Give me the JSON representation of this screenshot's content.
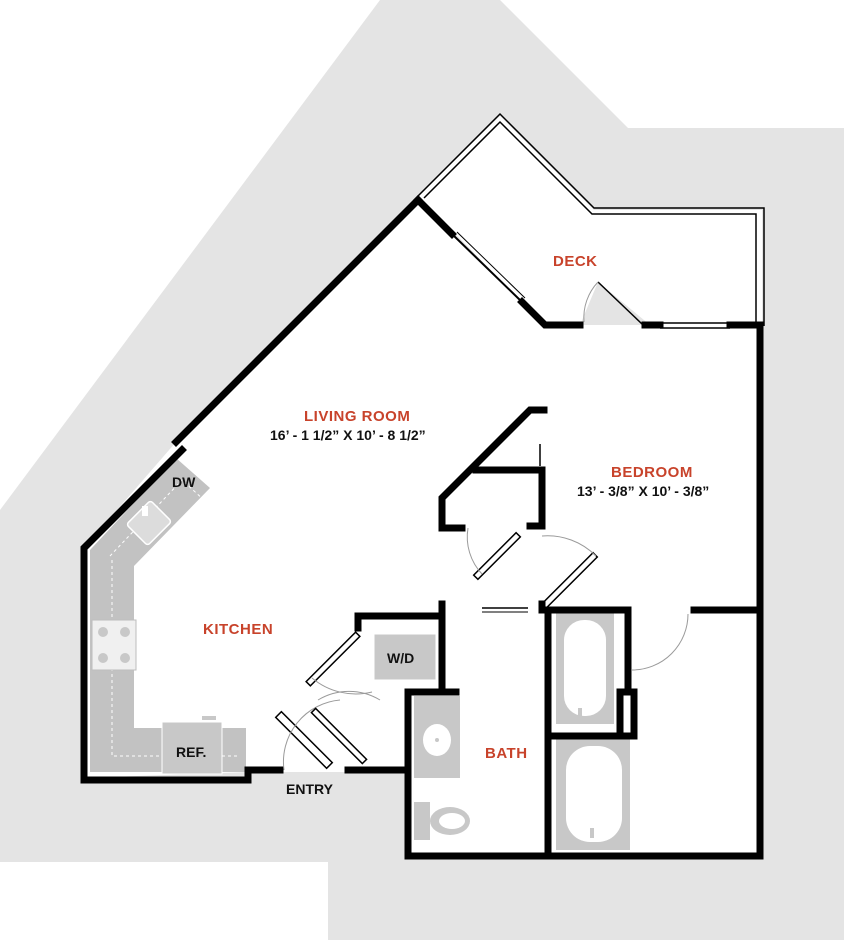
{
  "colors": {
    "background": "#ffffff",
    "site_shape": "#e4e4e4",
    "wall": "#000000",
    "fixture_fill": "#c8c8c8",
    "room_label": "#c8432b",
    "text": "#111111"
  },
  "rooms": {
    "deck": {
      "name": "DECK"
    },
    "living": {
      "name": "LIVING ROOM",
      "dimensions": "16’ - 1 1/2” X 10’ - 8 1/2”"
    },
    "bedroom": {
      "name": "BEDROOM",
      "dimensions": "13’ - 3/8” X 10’ - 3/8”"
    },
    "kitchen": {
      "name": "KITCHEN"
    },
    "bath": {
      "name": "BATH"
    }
  },
  "fixtures": {
    "dishwasher": "DW",
    "washer_dryer": "W/D",
    "refrigerator": "REF.",
    "entry": "ENTRY"
  }
}
